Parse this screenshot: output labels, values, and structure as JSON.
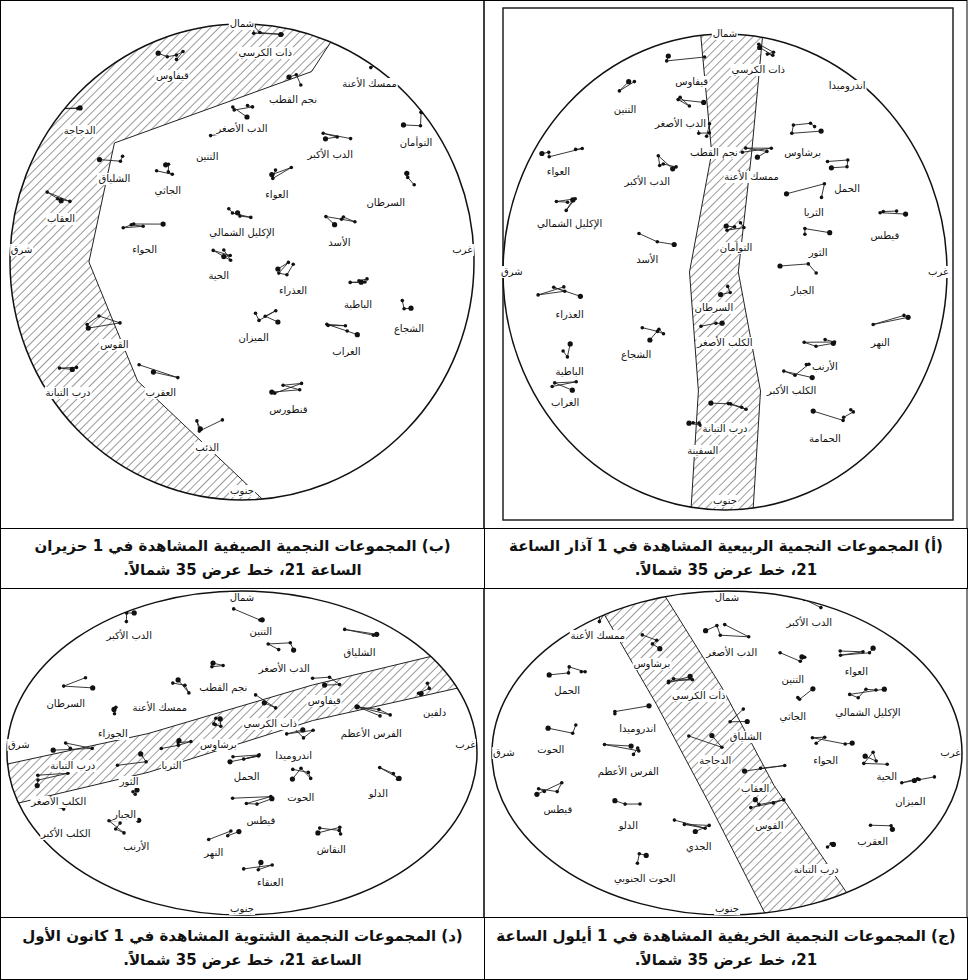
{
  "diagram": {
    "nodes": [
      {
        "text": [
          "(أ) المجموعات النجمية الربيعية المشاهدة في 1 آذار الساعة 21، خط عرض 35 شمالاً."
        ]
      },
      {
        "text": [
          "(ب) المجموعات النجمية الصيفية المشاهدة في 1 حزيران الساعة 21، خط عرض 35 شمالاً."
        ]
      },
      {
        "text": [
          "(ج) المجموعات النجمية الخريفية المشاهدة في 1 أيلول الساعة 21، خط عرض 35 شمالاً."
        ]
      },
      {
        "text": [
          "(د) المجموعات النجمية الشتوية المشاهدة في 1 كانون الأول الساعة 21، خط عرض 35 شمالاً."
        ]
      }
    ],
    "labels": [
      "شمال",
      "جنوب",
      "شرق",
      "غرب",
      "اندروميدا",
      "ذات الكرسي",
      "قيفاوس",
      "التنين",
      "الدب الأصغر",
      "نجم القطب",
      "العواء",
      "الدب الأكبر",
      "الإكليل الشمالي",
      "الأسد",
      "العذراء",
      "السرطان",
      "الشجاع",
      "الباطية",
      "الغراب",
      "برشاوس",
      "ممسك الأعنة",
      "الحمل",
      "الثريا",
      "قيطس",
      "الثور",
      "التوأمان",
      "الجبار",
      "الكلب الأصغر",
      "النهر",
      "الأرنب",
      "الكلب الأكبر",
      "الحمامة",
      "السفينة",
      "درب التبانة",
      "شمال",
      "جنوب",
      "شرق",
      "غرب",
      "ذات الكرسي",
      "قيفاوس",
      "الدجاجة",
      "ممسك الأعنة",
      "نجم القطب",
      "الدب الأصغر",
      "التنين",
      "الجاثي",
      "الشلياق",
      "الدب الأكبر",
      "التوأمان",
      "العواء",
      "السرطان",
      "الإكليل الشمالي",
      "الأسد",
      "الحواء",
      "العقاب",
      "الحية",
      "العذراء",
      "الباطية",
      "الشجاع",
      "الغراب",
      "الميزان",
      "القوس",
      "العقرب",
      "قنطورس",
      "الذئب",
      "درب التبانة",
      "شمال",
      "جنوب",
      "شرق",
      "غرب",
      "الدب الأكبر",
      "ممسك الأعنة",
      "الدب الأصغر",
      "برشاوس",
      "التنين",
      "ذات الكرسي",
      "العواء",
      "الإكليل الشمالي",
      "الجاثي",
      "الحمل",
      "اندروميدا",
      "الشلياق",
      "الحوت",
      "الفرس الأعظم",
      "الدجاجة",
      "الحواء",
      "الحية",
      "العقاب",
      "قيطس",
      "الدلو",
      "الجدي",
      "القوس",
      "الميزان",
      "العقرب",
      "الحوت الجنوبي",
      "درب التبانة",
      "شمال",
      "جنوب",
      "شرق",
      "غرب",
      "الدب الأكبر",
      "التنين",
      "الشلياق",
      "الدب الأصغر",
      "نجم القطب",
      "قيفاوس",
      "ممسك الأعنة",
      "ذات الكرسي",
      "السرطان",
      "الجوزاء",
      "برشاوس",
      "اندروميدا",
      "الفرس الأعظم",
      "دلفين",
      "الثريا",
      "الحمل",
      "الثور",
      "درب التبانة",
      "الكلب الأصغر",
      "الجبار",
      "الحوت",
      "الدلو",
      "قيطس",
      "الأرنب",
      "الكلب الأكبر",
      "النهر",
      "النقاش",
      "العنقاء"
    ]
  }
}
